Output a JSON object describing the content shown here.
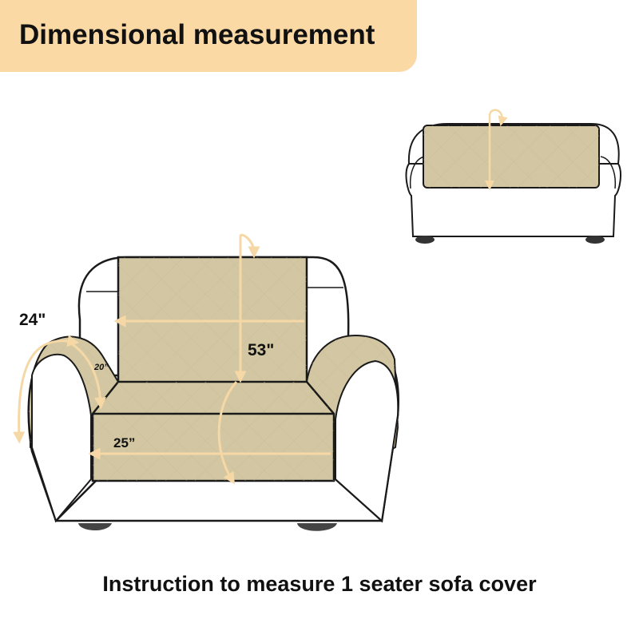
{
  "header": {
    "title": "Dimensional measurement"
  },
  "measurements": {
    "side_arm": "24\"",
    "arm_depth": "20”",
    "backrest_seat": "53\"",
    "seat_width": "25”"
  },
  "footer": {
    "caption": "Instruction to measure 1 seater sofa cover"
  },
  "colors": {
    "banner": "#fbd9a4",
    "cover_fill": "#d2c7a2",
    "arrow": "#f5d8a6",
    "outline": "#1a1a1a"
  }
}
